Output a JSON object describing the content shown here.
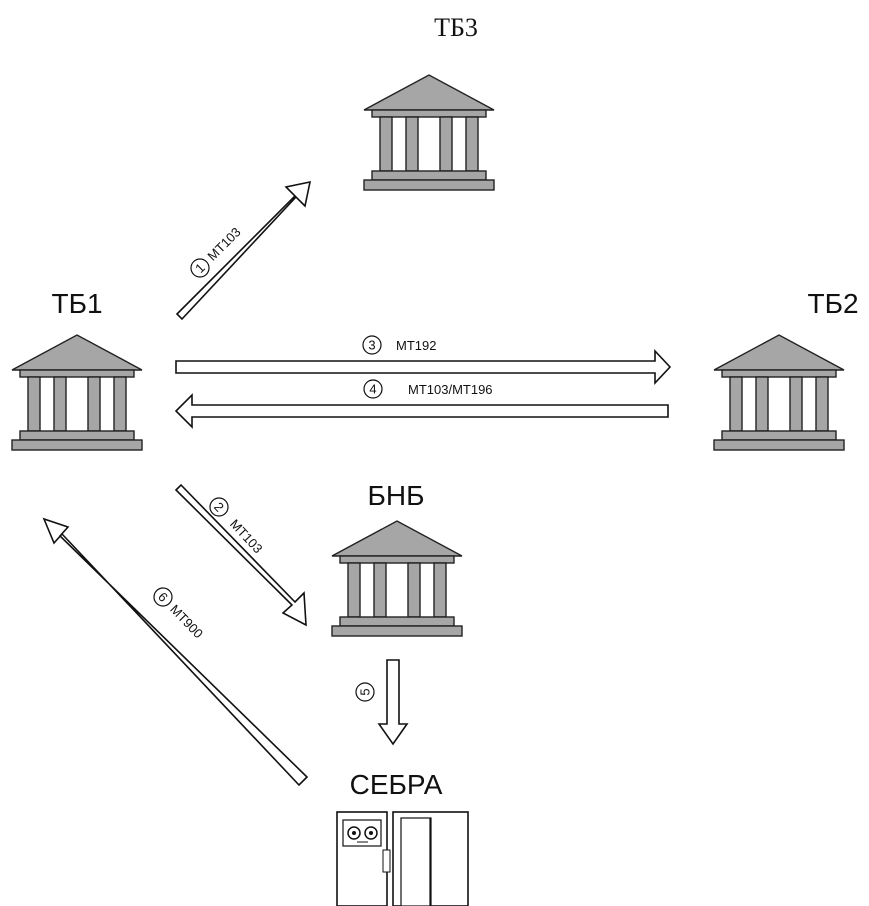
{
  "nodes": {
    "tb3": "ТБ3",
    "tb1": "ТБ1",
    "tb2": "ТБ2",
    "bnb": "БНБ",
    "sebra": "СЕБРА"
  },
  "flows": [
    {
      "num": "1",
      "msg": "MT103"
    },
    {
      "num": "2",
      "msg": "MT103"
    },
    {
      "num": "3",
      "msg": "MT192"
    },
    {
      "num": "4",
      "msg": "MT103/MT196"
    },
    {
      "num": "5",
      "msg": ""
    },
    {
      "num": "6",
      "msg": "MT900"
    }
  ]
}
